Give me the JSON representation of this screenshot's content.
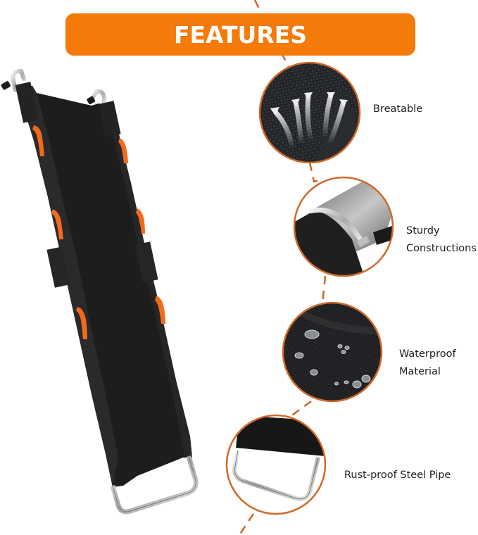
{
  "banner": {
    "title": "FEATURES",
    "color": "#f47a0a"
  },
  "product": {
    "name": "folding-stretcher",
    "fabric_color": "#1c1c1c",
    "handle_color": "#f26a1b",
    "frame_color": "#c9c9c9"
  },
  "features": [
    {
      "icon": "breathable-fabric-icon",
      "line1": "Breatable",
      "line2": ""
    },
    {
      "icon": "sturdy-frame-icon",
      "line1": "Sturdy",
      "line2": "Constructions"
    },
    {
      "icon": "water-droplets-icon",
      "line1": "Waterproof",
      "line2": "Material"
    },
    {
      "icon": "steel-pipe-icon",
      "line1": "Rust-proof Steel Pipe",
      "line2": ""
    }
  ],
  "accent_colors": {
    "connector_line": "#c9662a",
    "circle_border": "#d0692a"
  }
}
